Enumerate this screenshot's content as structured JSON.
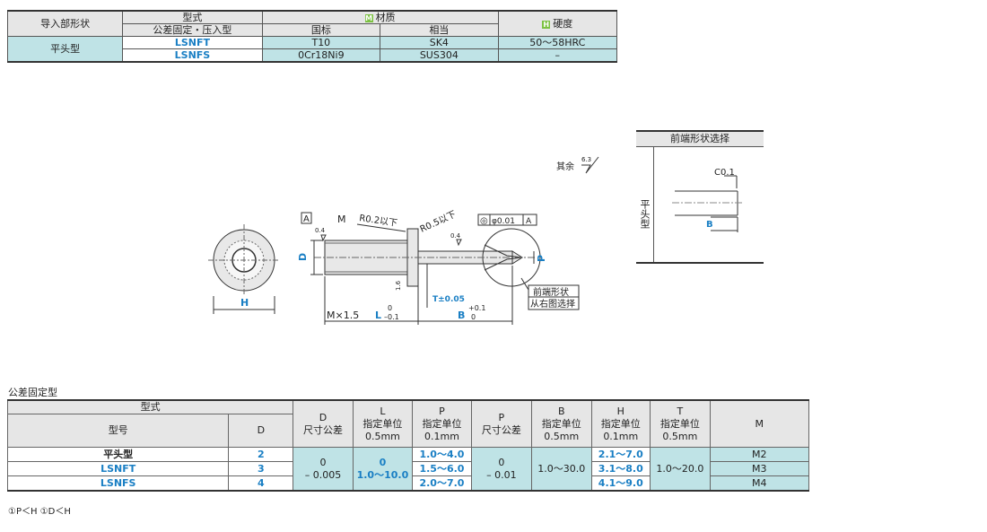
{
  "material_table": {
    "headers": {
      "guide_shape": "导入部形状",
      "type": "型式",
      "type_sub": "公差固定・压入型",
      "material": "材质",
      "material_badge": "M",
      "gb": "国标",
      "equiv": "相当",
      "hardness": "硬度",
      "hardness_badge": "H"
    },
    "shape": "平头型",
    "rows": [
      {
        "type": "LSNFT",
        "gb": "T10",
        "equiv": "SK4",
        "hardness": "50～58HRC"
      },
      {
        "type": "LSNFS",
        "gb": "0Cr18Ni9",
        "equiv": "SUS304",
        "hardness": "–"
      }
    ]
  },
  "drawing": {
    "roughness_label": "其余",
    "roughness_value": "6.3",
    "datum": "A",
    "M": "M",
    "R1": "R0.2以下",
    "R2": "R0.5以下",
    "r04a": "0.4",
    "r04b": "0.4",
    "r16": "1.6",
    "tol_symbol": "◎",
    "tol_value": "φ0.01",
    "tol_datum": "A",
    "D": "D",
    "H": "H",
    "P": "P",
    "T": "T±0.05",
    "Mx": "M×1.5",
    "L": "L",
    "L_tol_top": "0",
    "L_tol_bot": "–0.1",
    "B": "B",
    "B_tol_top": "+0.1",
    "B_tol_bot": "0",
    "tip_note1": "前端形状",
    "tip_note2": "从右图选择"
  },
  "side_panel": {
    "title": "前端形状选择",
    "label": "平头型",
    "c": "C0.1",
    "b": "B"
  },
  "spec_table": {
    "title": "公差固定型",
    "headers": {
      "type": "型式",
      "model": "型号",
      "D": "D",
      "D_tol": "D\n尺寸公差",
      "L": "L\n指定单位\n0.5mm",
      "P": "P\n指定单位\n0.1mm",
      "P_tol": "P\n尺寸公差",
      "B": "B\n指定单位\n0.5mm",
      "H": "H\n指定单位\n0.1mm",
      "T": "T\n指定单位\n0.5mm",
      "M": "M"
    },
    "models": [
      "平头型",
      "LSNFT",
      "LSNFS"
    ],
    "D_values": [
      "2",
      "3",
      "4"
    ],
    "D_tol": "0\n– 0.005",
    "L_range": "0\n1.0～10.0",
    "P_ranges": [
      "1.0～4.0",
      "1.5～6.0",
      "2.0～7.0"
    ],
    "P_tol": "0\n– 0.01",
    "B_range": "1.0～30.0",
    "H_ranges": [
      "2.1～7.0",
      "3.1～8.0",
      "4.1～9.0"
    ],
    "T_range": "1.0～20.0",
    "M_values": [
      "M2",
      "M3",
      "M4"
    ],
    "note": "①P＜H ①D＜H"
  }
}
